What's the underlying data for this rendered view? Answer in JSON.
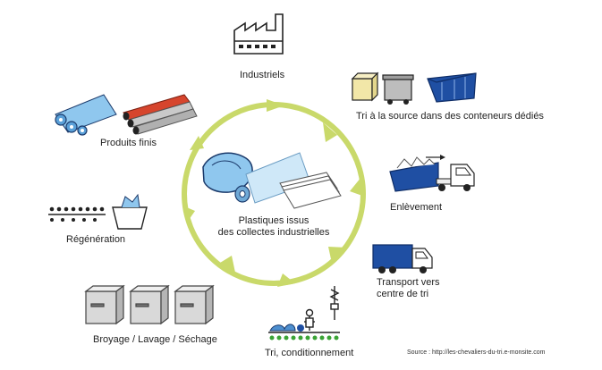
{
  "diagram": {
    "center_label": [
      "Plastiques issus",
      "des collectes industrielles"
    ],
    "steps": {
      "industriels": "Industriels",
      "tri_source": "Tri à la source dans des conteneurs dédiés",
      "enlevement": "Enlèvement",
      "transport": [
        "Transport vers",
        "centre de tri"
      ],
      "tri_conditionnement": "Tri, conditionnement",
      "broyage": "Broyage / Lavage / Séchage",
      "regeneration": "Régénération",
      "produits_finis": "Produits finis"
    },
    "source": "Source : http://les-chevaliers-du-tri.e-monsite.com",
    "colors": {
      "cycle_ring": "#c9d96a",
      "accent_blue": "#1f4fa3",
      "light_blue": "#8fc7ee",
      "green_dot": "#3aa335",
      "red_roll": "#d6452d",
      "grey_box": "#d9d9d9"
    },
    "icons": [
      "factory-icon",
      "bin-icons",
      "collection-truck-icon",
      "transport-truck-icon",
      "sorting-worker-icon",
      "crushing-boxes-icon",
      "regeneration-icon",
      "rolls-icon",
      "plastic-rolls-icon"
    ]
  }
}
